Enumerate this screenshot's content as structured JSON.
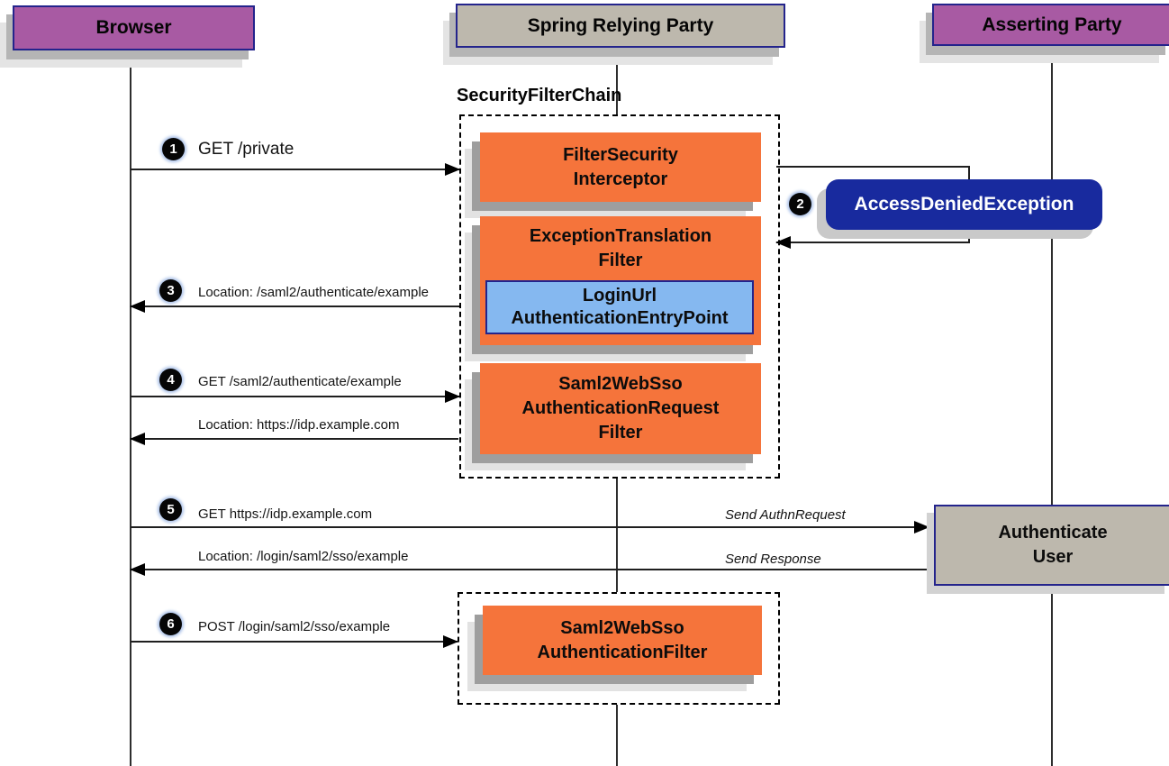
{
  "actors": {
    "browser": "Browser",
    "relying_party": "Spring Relying Party",
    "asserting_party": "Asserting Party"
  },
  "security_filter_chain": {
    "title": "SecurityFilterChain",
    "filter_security_interceptor": {
      "lines": [
        "FilterSecurity",
        "Interceptor"
      ]
    },
    "exception_translation_filter": {
      "lines": [
        "ExceptionTranslation",
        "Filter"
      ]
    },
    "login_url_entry_point": {
      "lines": [
        "LoginUrl",
        "AuthenticationEntryPoint"
      ]
    },
    "saml2_authn_request_filter": {
      "lines": [
        "Saml2WebSso",
        "AuthenticationRequest",
        "Filter"
      ]
    }
  },
  "saml2_filter_box": {
    "saml2_authentication_filter": {
      "lines": [
        "Saml2WebSso",
        "AuthenticationFilter"
      ]
    }
  },
  "exception_box": "AccessDeniedException",
  "authenticate_user": {
    "lines": [
      "Authenticate",
      "User"
    ]
  },
  "steps": {
    "s1": {
      "num": "1",
      "label": "GET /private"
    },
    "s2": {
      "num": "2"
    },
    "s3": {
      "num": "3",
      "label": "Location: /saml2/authenticate/example"
    },
    "s4": {
      "num": "4",
      "label": "GET /saml2/authenticate/example",
      "response": "Location: https://idp.example.com"
    },
    "s5": {
      "num": "5",
      "label": "GET https://idp.example.com",
      "annotation": "Send AuthnRequest",
      "response": "Location: /login/saml2/sso/example",
      "response_annotation": "Send Response"
    },
    "s6": {
      "num": "6",
      "label": "POST /login/saml2/sso/example"
    }
  },
  "colors": {
    "actor_purple": "#a85aa3",
    "actor_gray": "#bdb8ad",
    "filter_orange": "#f5743b",
    "entrypoint_blue": "#85b8f0",
    "exception_navy": "#182a9e",
    "border_navy": "#24248c"
  }
}
